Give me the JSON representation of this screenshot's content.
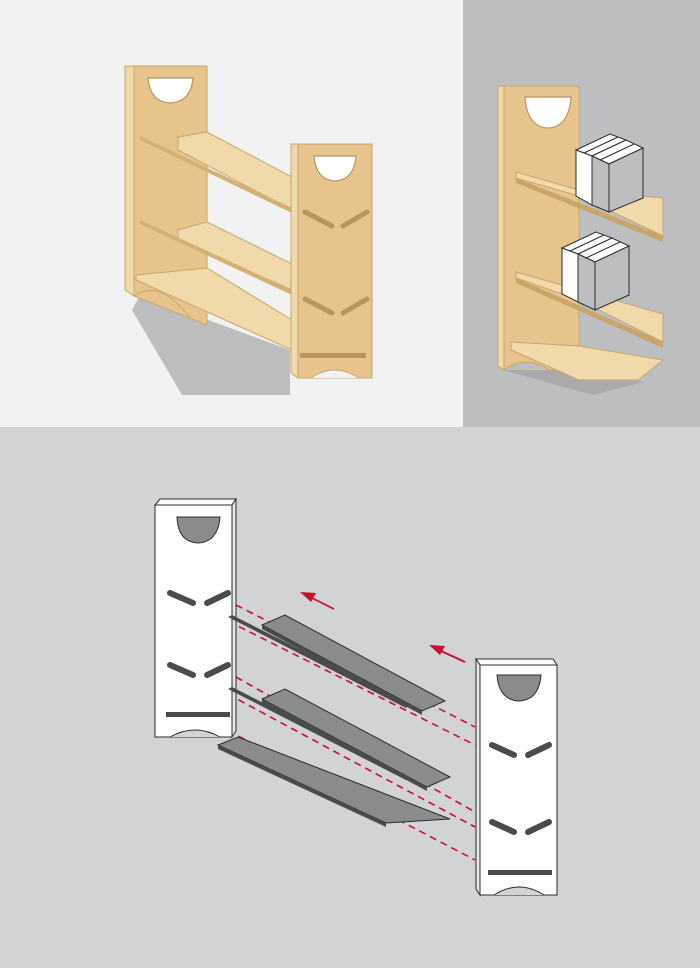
{
  "figure": {
    "panels": [
      {
        "id": "assembled",
        "caption": ""
      },
      {
        "id": "in-use",
        "caption": ""
      },
      {
        "id": "exploded",
        "caption": ""
      }
    ],
    "colors": {
      "panel_assembled_bg": "#f2f2f2",
      "panel_in_use_bg": "#bdbec0",
      "panel_exploded_bg": "#d2d3d5",
      "wood_face": "#e6c48b",
      "wood_edge": "#f0d9aa",
      "wood_dark": "#c9a56a",
      "wood_outline": "#b9955c",
      "shadow": "#bebebe",
      "book_white": "#ffffff",
      "book_gray": "#bdbec0",
      "board_white": "#ffffff",
      "shelf_gray": "#8a8b8d",
      "shelf_dark": "#4a4b4d",
      "guide_red": "#c8102e",
      "outline": "#2b2b2b"
    },
    "icons": [
      "arrow-left-up-icon",
      "arrow-left-up-icon"
    ]
  }
}
